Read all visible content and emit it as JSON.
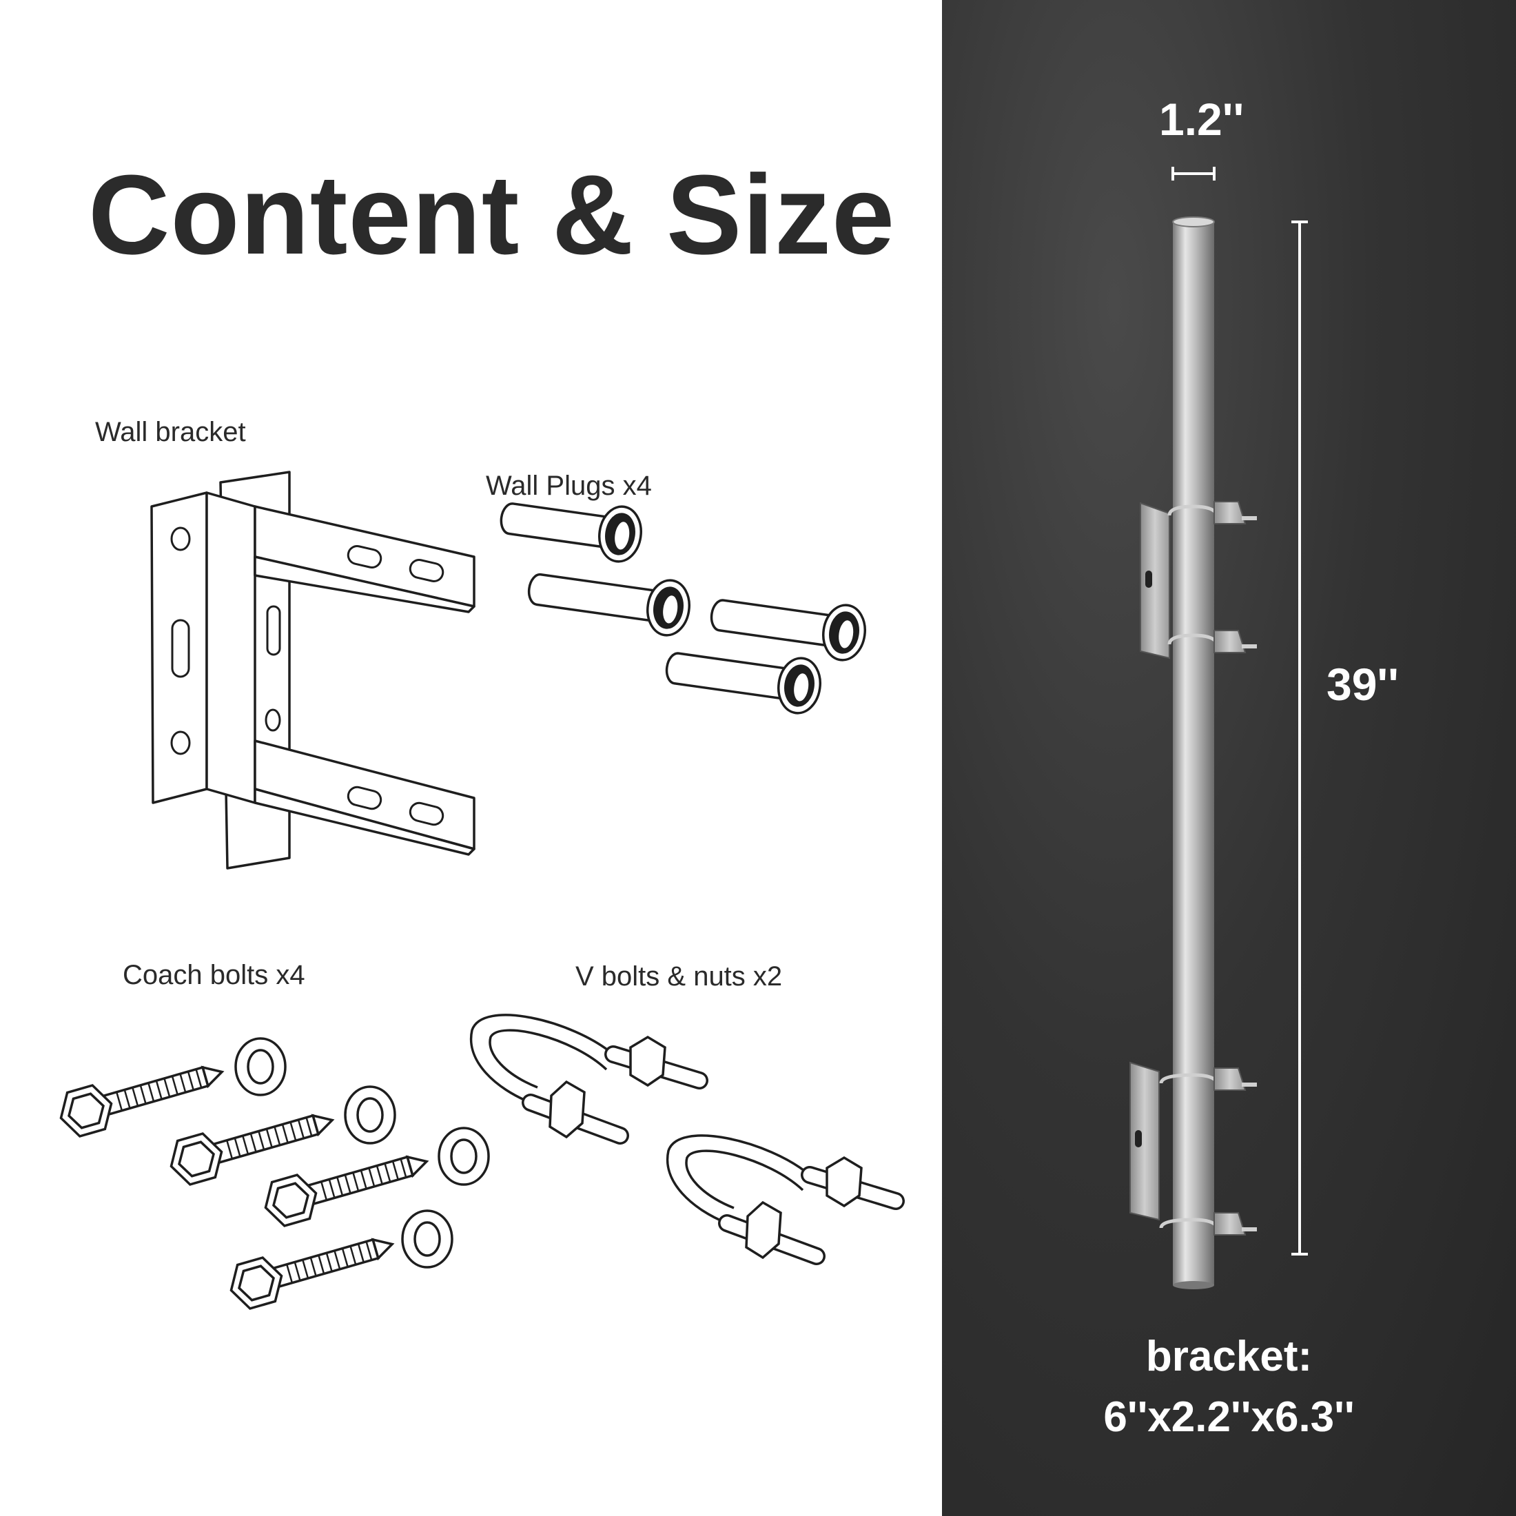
{
  "title": "Content & Size",
  "items": {
    "wall_bracket": "Wall bracket",
    "wall_plugs": "Wall Plugs x4",
    "coach_bolts": "Coach bolts x4",
    "v_bolts": "V bolts & nuts x2"
  },
  "dimensions": {
    "diameter": "1.2''",
    "length": "39''",
    "bracket_label": "bracket:",
    "bracket_size": "6''x2.2''x6.3''"
  },
  "colors": {
    "background_left": "#ffffff",
    "background_right": "#2f2f2f",
    "title": "#2b2b2b",
    "dimension_text": "#ffffff"
  }
}
